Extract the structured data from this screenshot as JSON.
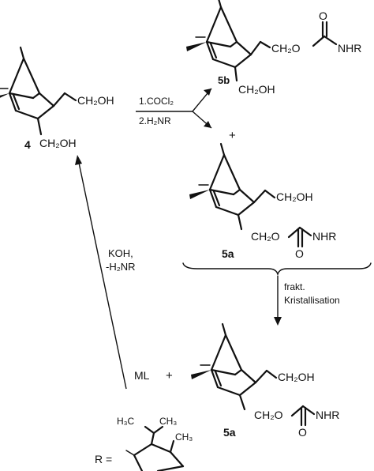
{
  "compounds": {
    "c4": {
      "label": "4",
      "sub_top": "CH₂OH",
      "sub_bottom": "CH₂OH"
    },
    "c5b": {
      "label": "5b",
      "sub_top": "CH₂O",
      "carbamate_nh": "NHR",
      "carbamate_o": "O",
      "sub_bottom": "CH₂OH"
    },
    "c5a_top": {
      "label": "5a",
      "sub_top": "CH₂OH",
      "sub_bottom": "CH₂O",
      "carbamate_nh": "NHR",
      "carbamate_o": "O"
    },
    "c5a_bottom": {
      "label": "5a",
      "sub_top": "CH₂OH",
      "sub_bottom": "CH₂O",
      "carbamate_nh": "NHR",
      "carbamate_o": "O"
    }
  },
  "reagents": {
    "step1": "1.COCl₂",
    "step2": "2.H₂NR",
    "plus_top": "+",
    "frakt": "frakt.",
    "kristall": "Kristallisation",
    "koh": "KOH,",
    "h2nr": "-H₂NR",
    "ml": "ML",
    "plus_bottom": "+"
  },
  "r_group": {
    "label": "R =",
    "h3c": "H₃C",
    "ch3_top": "CH₃",
    "ch3_right": "CH₃"
  }
}
